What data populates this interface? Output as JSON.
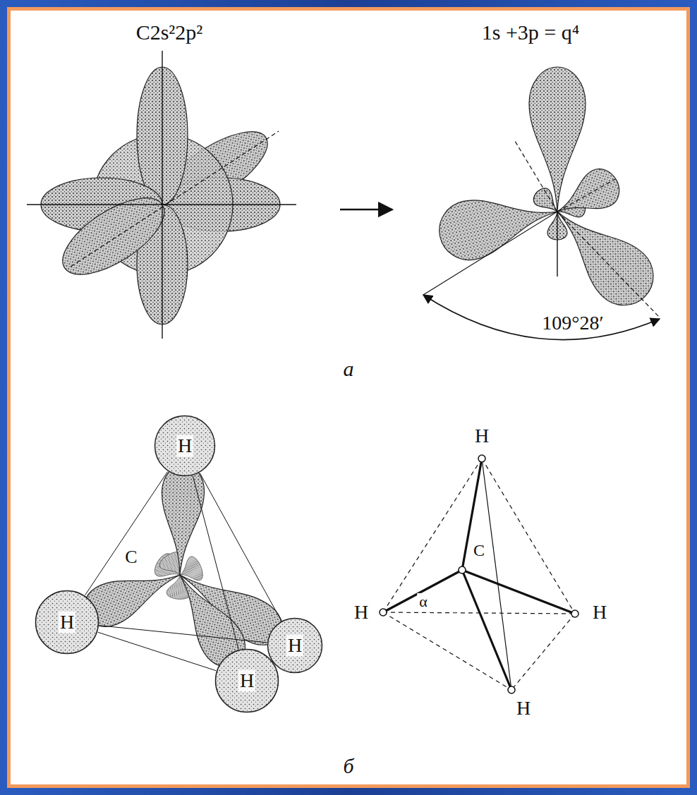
{
  "diagram": {
    "nodes": [
      {
        "text": [
          "H"
        ]
      },
      {
        "text": [
          "H"
        ]
      },
      {
        "text": [
          "H"
        ]
      },
      {
        "text": [
          "H"
        ]
      }
    ],
    "labels": [
      "C2s²2p²",
      "1s +3p = q⁴",
      "109°28′",
      "а",
      "C",
      "б",
      "H",
      "C",
      "H",
      "α",
      "H",
      "H"
    ]
  }
}
